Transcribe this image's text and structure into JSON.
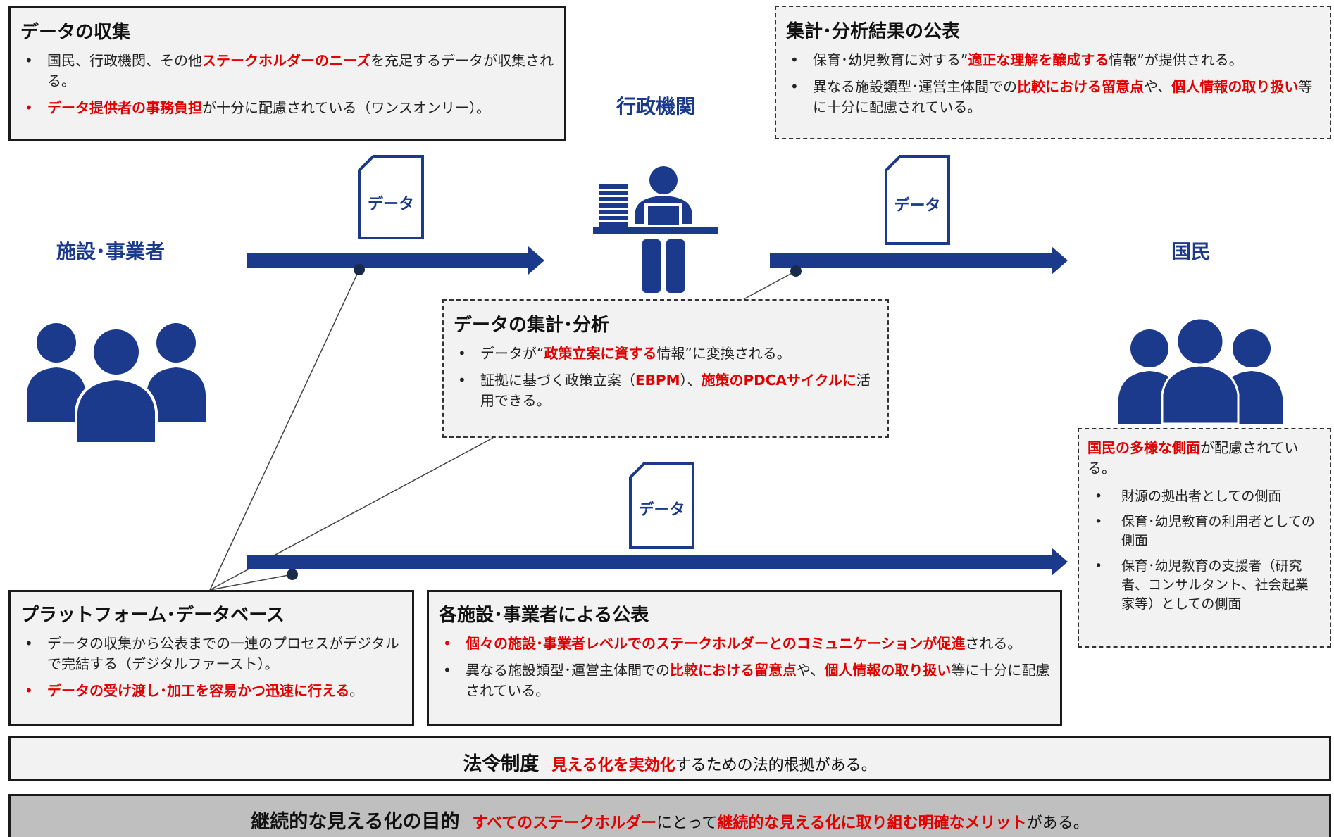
{
  "actors": {
    "facility": "施設･事業者",
    "admin": "行政機関",
    "public": "国民"
  },
  "doc_label": "データ",
  "collection": {
    "title": "データの収集",
    "b1_pre": "国民、行政機関、その他",
    "b1_red": "ステークホルダーのニーズ",
    "b1_post": "を充足するデータが収集される。",
    "b2_red": "データ提供者の事務負担",
    "b2_post": "が十分に配慮されている（ワンスオンリー）。"
  },
  "publication": {
    "title": "集計･分析結果の公表",
    "b1_pre": "保育･幼児教育に対する”",
    "b1_red": "適正な理解を醸成する",
    "b1_post": "情報”が提供される。",
    "b2_pre": "異なる施設類型･運営主体間での",
    "b2_red1": "比較における留意点",
    "b2_mid": "や、",
    "b2_red2": "個人情報の取り扱い",
    "b2_post": "等に十分に配慮されている。"
  },
  "analysis": {
    "title": "データの集計･分析",
    "b1_pre": "データが“",
    "b1_red": "政策立案に資する",
    "b1_post": "情報”に変換される。",
    "b2_pre": "証拠に基づく政策立案（",
    "b2_red1": "EBPM",
    "b2_mid": "）、",
    "b2_red2": "施策のPDCAサイクルに",
    "b2_post": "活用できる。"
  },
  "public_box": {
    "intro_red": "国民の多様な側面",
    "intro_post": "が配慮されている。",
    "items": [
      "財源の拠出者としての側面",
      "保育･幼児教育の利用者としての側面",
      "保育･幼児教育の支援者（研究者、コンサルタント、社会起業家等）としての側面"
    ]
  },
  "platform": {
    "title": "プラットフォーム･データベース",
    "b1": "データの収集から公表までの一連のプロセスがデジタルで完結する（デジタルファースト）。",
    "b2_red": "データの受け渡し･加工を容易かつ迅速に行える",
    "b2_post": "。"
  },
  "facility_pub": {
    "title": "各施設･事業者による公表",
    "b1_red": "個々の施設･事業者レベルでのステークホルダーとのコミュニケーションが促進",
    "b1_post": "される。",
    "b2_pre": "異なる施設類型･運営主体間での",
    "b2_red1": "比較における留意点",
    "b2_mid": "や、",
    "b2_red2": "個人情報の取り扱い",
    "b2_post": "等に十分に配慮されている。"
  },
  "law": {
    "head": "法令制度",
    "red": "見える化を実効化",
    "post": "するための法的根拠がある。"
  },
  "purpose": {
    "head": "継続的な見える化の目的",
    "red1": "すべてのステークホルダー",
    "mid": "にとって",
    "red2": "継続的な見える化に取り組む明確なメリット",
    "post": "がある。"
  },
  "colors": {
    "navy": "#1b3a8c",
    "red": "#e00000",
    "box_bg": "#f2f2f2",
    "purpose_bg": "#bfbfbf"
  }
}
